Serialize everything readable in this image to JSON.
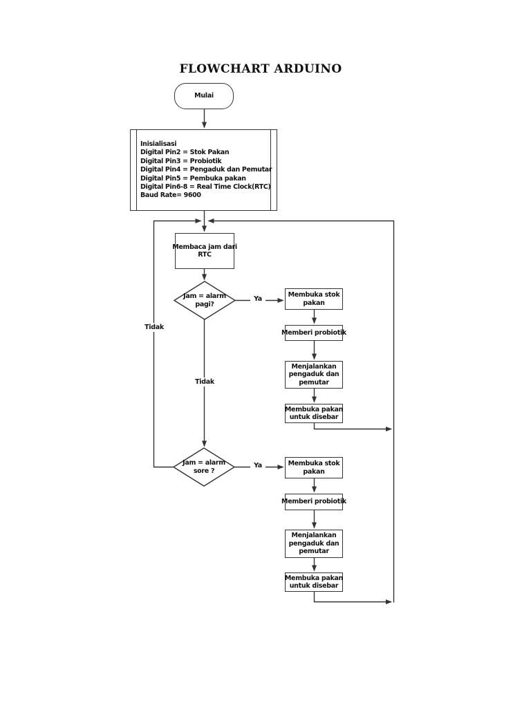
{
  "colors": {
    "ink": "#333333",
    "background": "#ffffff",
    "text": "#111111"
  },
  "flowchart": {
    "title": "FLOWCHART ARDUINO",
    "start": {
      "type": "terminator",
      "label": "Mulai"
    },
    "init": {
      "type": "predefined-process",
      "lines": [
        "Inisialisasi",
        "Digital Pin2 = Stok Pakan",
        "Digital Pin3 = Probiotik",
        "Digital Pin4 = Pengaduk dan Pemutar",
        "Digital Pin5 = Pembuka pakan",
        "Digital Pin6-8 = Real Time Clock(RTC)",
        "Baud Rate= 9600"
      ]
    },
    "read_clock": {
      "type": "process",
      "lines": [
        "Membaca jam dari",
        "RTC"
      ]
    },
    "decision_morning": {
      "type": "decision",
      "lines": [
        "Jam = alarm",
        "pagi?"
      ],
      "yes_label": "Ya",
      "no_label": "Tidak"
    },
    "morning_steps": [
      {
        "lines": [
          "Membuka stok",
          "pakan"
        ]
      },
      {
        "lines": [
          "Memberi probiotik"
        ]
      },
      {
        "lines": [
          "Menjalankan",
          "pengaduk dan",
          "pemutar"
        ]
      },
      {
        "lines": [
          "Membuka pakan",
          "untuk disebar"
        ]
      }
    ],
    "decision_evening": {
      "type": "decision",
      "lines": [
        "Jam = alarm",
        "sore ?"
      ],
      "yes_label": "Ya",
      "no_label": "Tidak"
    },
    "evening_steps": [
      {
        "lines": [
          "Membuka stok",
          "pakan"
        ]
      },
      {
        "lines": [
          "Memberi probiotik"
        ]
      },
      {
        "lines": [
          "Menjalankan",
          "pengaduk dan",
          "pemutar"
        ]
      },
      {
        "lines": [
          "Membuka pakan",
          "untuk disebar"
        ]
      }
    ]
  }
}
